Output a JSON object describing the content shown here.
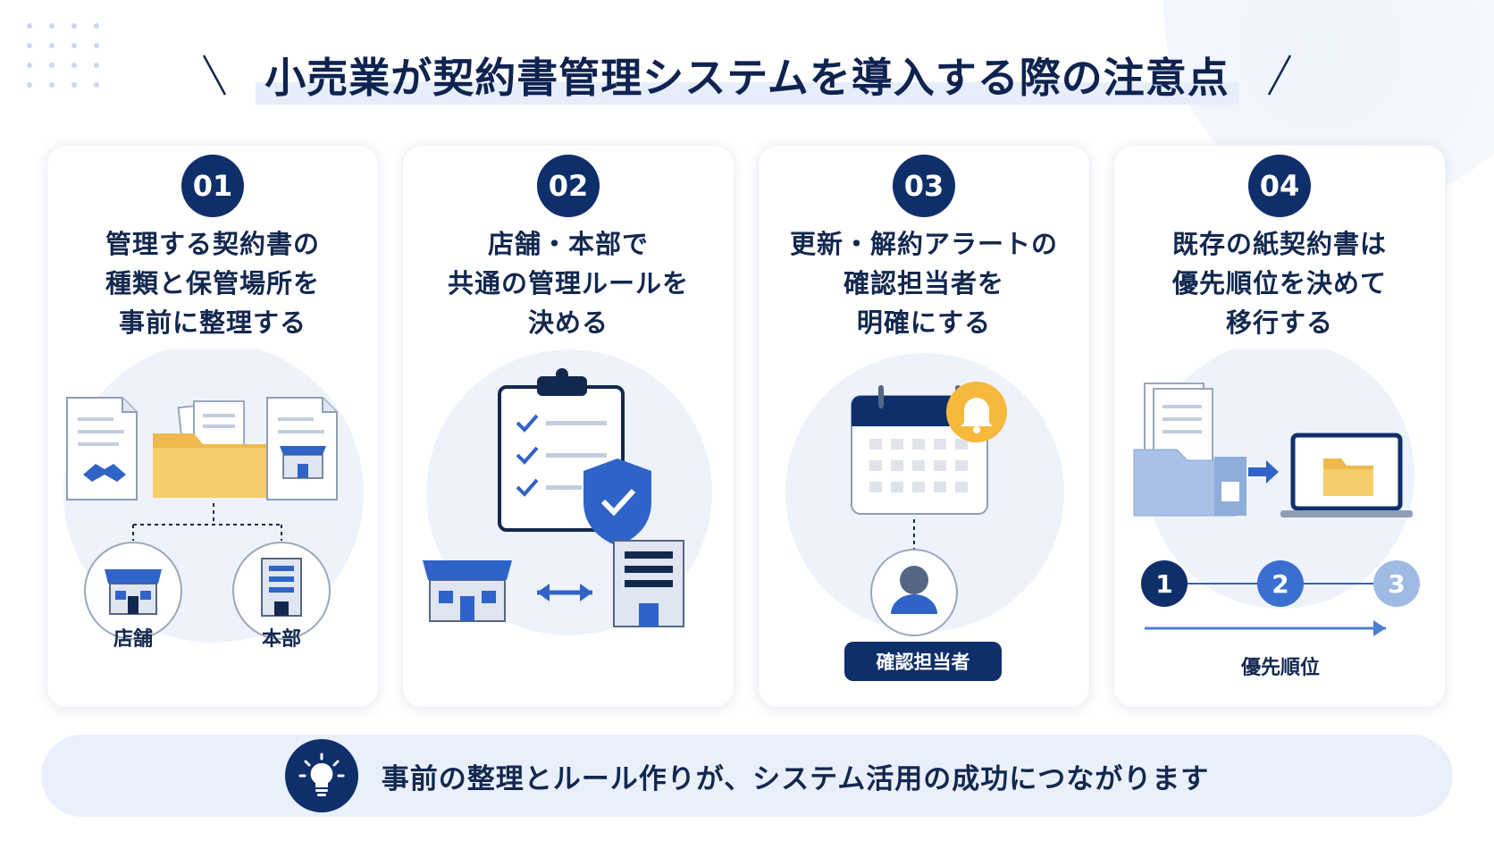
{
  "title": "小売業が契約書管理システムを導入する際の注意点",
  "cards": [
    {
      "number": "01",
      "heading": [
        "管理する契約書の",
        "種類と保管場所を",
        "事前に整理する"
      ],
      "labels": {
        "store": "店舗",
        "hq": "本部"
      }
    },
    {
      "number": "02",
      "heading": [
        "店舗・本部で",
        "共通の管理ルールを",
        "決める"
      ]
    },
    {
      "number": "03",
      "heading": [
        "更新・解約アラートの",
        "確認担当者を",
        "明確にする"
      ],
      "badge": "確認担当者"
    },
    {
      "number": "04",
      "heading": [
        "既存の紙契約書は",
        "優先順位を決めて",
        "移行する"
      ],
      "steps": [
        "1",
        "2",
        "3"
      ],
      "priority_label": "優先順位"
    }
  ],
  "footer": {
    "icon": "lightbulb-icon",
    "text": "事前の整理とルール作りが、システム活用の成功につながります"
  },
  "colors": {
    "navy": "#0f2f6b",
    "blue": "#2f63c7",
    "folder": "#f5cd6a",
    "bell": "#f6b93b",
    "panel": "#e9f0fb"
  }
}
